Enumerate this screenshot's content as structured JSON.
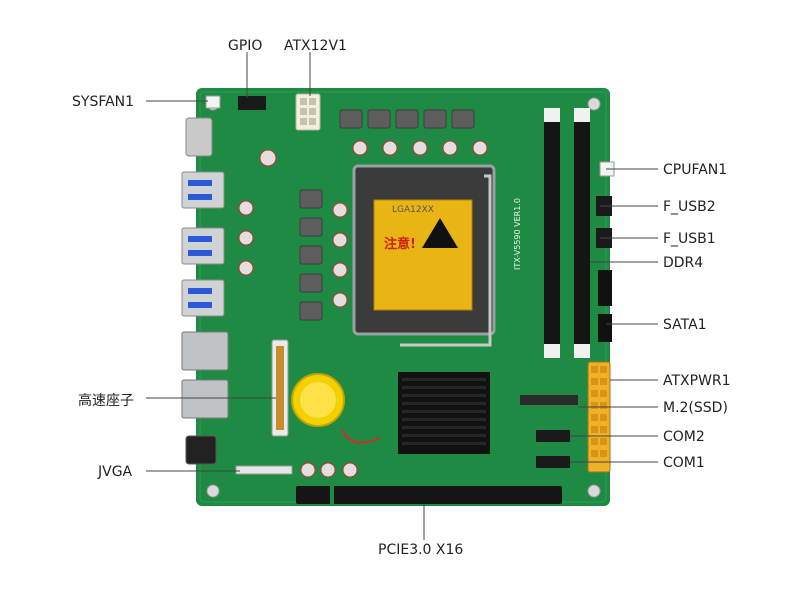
{
  "colors": {
    "pcb": "#1f8a43",
    "pcb_dark": "#17703a",
    "silkscreen": "#e8f5ea",
    "socket": "#2b2b2b",
    "warning": "#f2c414",
    "heatsink": "#111111",
    "callout_line": "#444444",
    "battery": "#f5d000",
    "ram_slot": "#151515"
  },
  "labels": {
    "gpio": "GPIO",
    "atx12v1": "ATX12V1",
    "sysfan1": "SYSFAN1",
    "cpufan1": "CPUFAN1",
    "f_usb2": "F_USB2",
    "f_usb1": "F_USB1",
    "ddr4": "DDR4",
    "sata1": "SATA1",
    "atxpwr1": "ATXPWR1",
    "m2_ssd": "M.2(SSD)",
    "com2": "COM2",
    "com1": "COM1",
    "high_speed_header": "高速座子",
    "jvga": "JVGA",
    "pcie": "PCIE3.0 X16"
  },
  "board_text": {
    "socket_name": "LGA12XX",
    "warning_title": "注意!",
    "board_model": "ITX-V5590 VER1.0"
  }
}
